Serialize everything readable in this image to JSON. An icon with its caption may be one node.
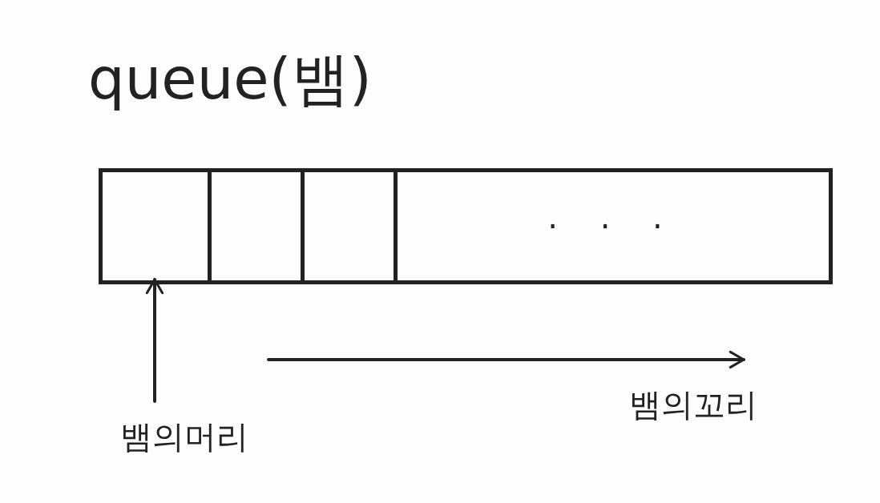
{
  "diagram": {
    "title": "queue(뱀)",
    "nodes": [
      {
        "text": [],
        "shape": "box"
      },
      {
        "text": [],
        "shape": "box",
        "in": 0
      },
      {
        "text": [],
        "shape": "box",
        "in": 0
      },
      {
        "text": [],
        "shape": "box",
        "in": 0
      },
      {
        "text": [
          "· · ·"
        ],
        "in": 0
      },
      {
        "text": [
          "뱀의머리"
        ]
      }
    ],
    "edges": [
      {
        "from": 5,
        "to": 1,
        "arrow": "to"
      }
    ],
    "labels": [
      "뱀의꼬리"
    ]
  }
}
